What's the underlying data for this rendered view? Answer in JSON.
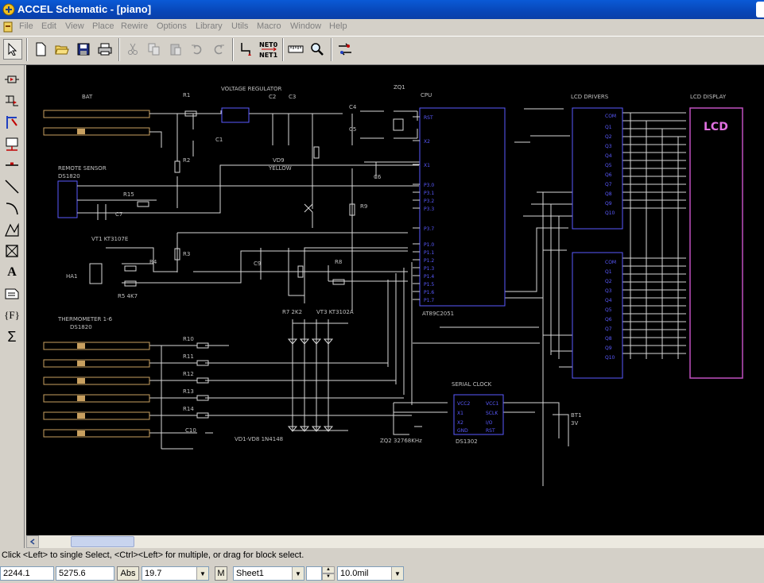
{
  "window": {
    "title": "ACCEL Schematic - [piano]"
  },
  "menu": [
    "File",
    "Edit",
    "View",
    "Place",
    "Rewire",
    "Options",
    "Library",
    "Utils",
    "Macro",
    "Window",
    "Help"
  ],
  "toolbar": {
    "icons": [
      "select-icon",
      "new-icon",
      "open-icon",
      "save-icon",
      "print-icon",
      "cut-icon",
      "copy-icon",
      "paste-icon",
      "undo-icon",
      "redo-icon",
      "wire-tool-icon",
      "net-rename-icon",
      "measure-icon",
      "zoom-icon",
      "toggle-view-icon"
    ],
    "net_label_top": "NET0",
    "net_label_bottom": "NET1"
  },
  "left_tools": {
    "icons": [
      "place-part-icon",
      "place-bus-icon",
      "place-port-icon",
      "place-component-icon",
      "place-line-icon",
      "place-wire-icon",
      "place-arc-icon",
      "place-polygon-icon",
      "place-field-icon",
      "place-text-icon",
      "attribute-icon",
      "field-icon",
      "sum-icon"
    ],
    "text_a": "A",
    "text_f": "{F}",
    "text_sigma": "Σ"
  },
  "schematic": {
    "labels": {
      "bat": "BAT",
      "voltage_reg": "VOLTAGE REGULATOR",
      "cpu": "CPU",
      "lcd_drivers": "LCD DRIVERS",
      "lcd_display": "LCD DISPLAY",
      "remote_sensor": "REMOTE SENSOR",
      "thermometer": "THERMOMETER 1-6",
      "serial_clock": "SERIAL CLOCK",
      "lcd_text": "LCD",
      "cpu_part": "AT89C2051",
      "vd_diodes": "VD1-VD8 1N4148",
      "zq2": "ZQ2  32768KHz",
      "bt1": "BT1",
      "volt3": "3V",
      "r7": "R7  2K2",
      "vt3": "VT3 KT3102A",
      "vt1": "VT1 KT3107E",
      "yellow": "YELLOW",
      "r5": "R5  4K7",
      "r1": "R1",
      "r2": "R2",
      "r3": "R3",
      "r4": "R4",
      "r8": "R8",
      "r9": "R9",
      "r10": "R10",
      "r11": "R11",
      "r12": "R12",
      "r13": "R13",
      "r14": "R14",
      "r15": "R15",
      "c1": "C1",
      "c2": "C2",
      "c3": "C3",
      "c4": "C4",
      "c5": "C5",
      "c6": "C6",
      "c7": "C7",
      "c9": "C9",
      "c10": "C10",
      "ds1820": "DS1820",
      "ds1302": "DS1302",
      "zq1": "ZQ1",
      "ha1": "HA1",
      "vd9": "VD9",
      "ds1820b": "DS1820"
    }
  },
  "status": {
    "hint": "Click <Left> to single Select, <Ctrl><Left> for multiple, or drag for block select."
  },
  "bottom": {
    "x": "2244.1",
    "y": "5275.6",
    "abs": "Abs",
    "zoom": "19.7",
    "m": "M",
    "sheet": "Sheet1",
    "layer": "",
    "grid": "10.0mil"
  },
  "colors": {
    "title_blue": "#0846b8",
    "schematic_bg": "#000000",
    "wire": "#e8e8e8",
    "component": "#5a5aff",
    "lcd": "#c050c0",
    "bus": "#c8a060"
  }
}
